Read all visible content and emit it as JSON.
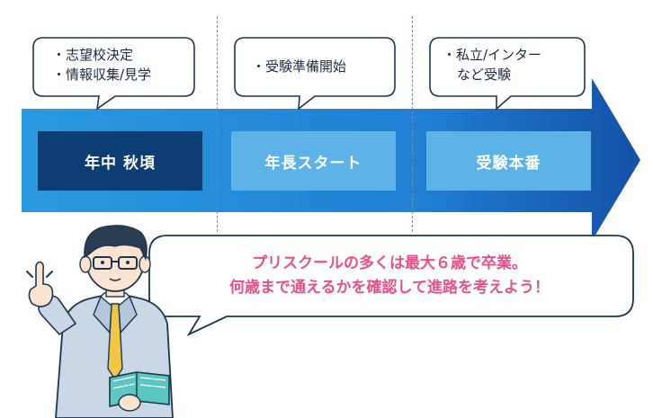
{
  "timeline": {
    "stages": [
      {
        "label": "年中 秋頃",
        "color": "#0c3e73",
        "bubble": [
          "・志望校決定",
          "・情報収集/見学"
        ]
      },
      {
        "label": "年長スタート",
        "color": "#5db3e8",
        "bubble": [
          "・受験準備開始"
        ]
      },
      {
        "label": "受験本番",
        "color": "#5db3e8",
        "bubble": [
          "・私立/インター",
          "など受験"
        ]
      }
    ],
    "arrow_color": "#1f7fd4",
    "arrow_color_dark": "#1450a8"
  },
  "message": {
    "line1": "プリスクールの多くは最大６歳で卒業。",
    "line2": "何歳まで通えるかを確認して進路を考えよう！",
    "color": "#e8508d"
  },
  "character": {
    "suit_color": "#c9d7e6",
    "tie_color": "#f2c744",
    "book_color": "#5cc6c2"
  }
}
